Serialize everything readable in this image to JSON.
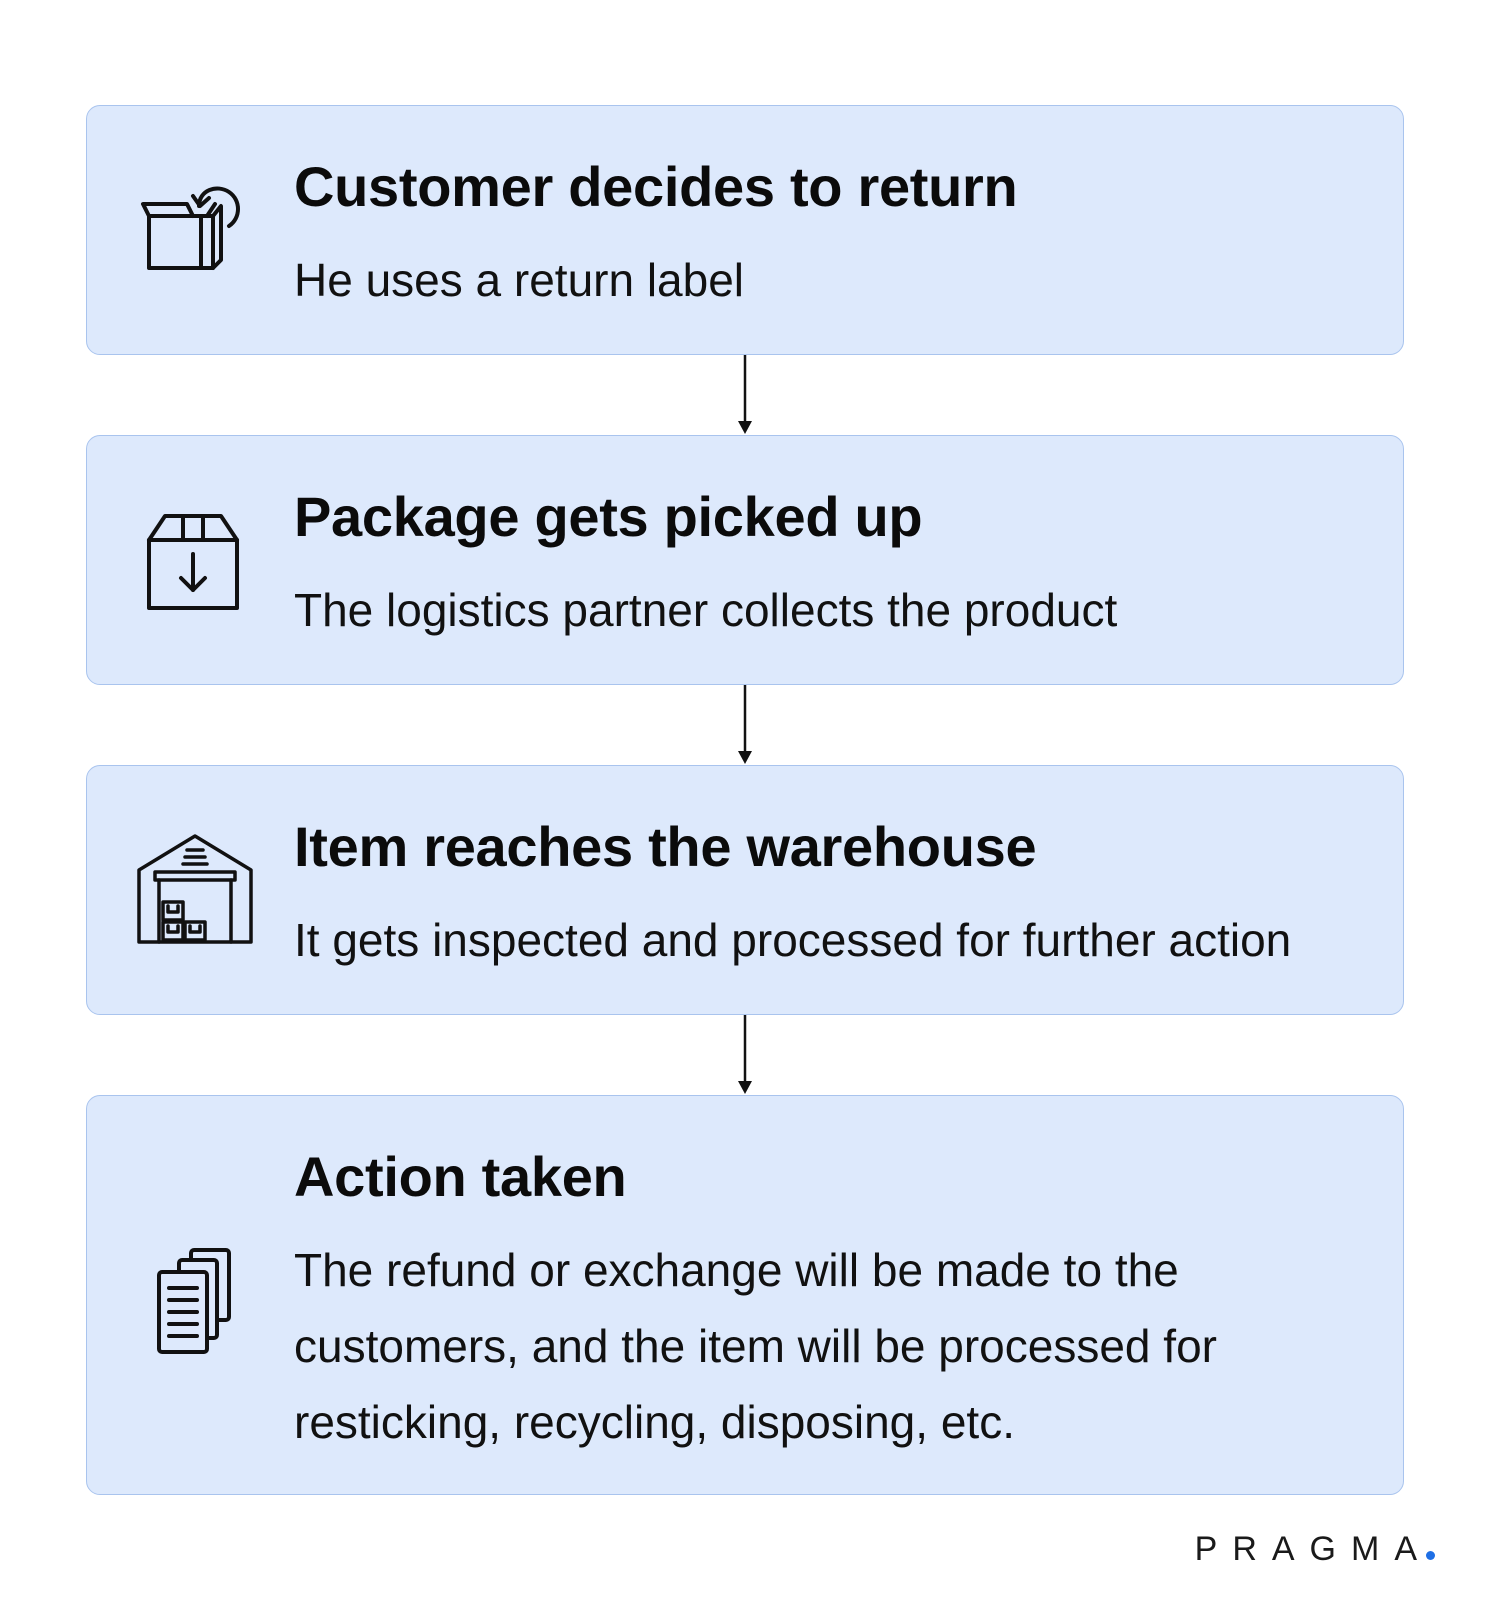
{
  "steps": [
    {
      "title": "Customer decides to return",
      "description": "He uses a return label",
      "icon": "box-return-icon"
    },
    {
      "title": "Package gets picked up",
      "description": "The logistics partner collects the product",
      "icon": "package-download-icon"
    },
    {
      "title": "Item reaches the warehouse",
      "description": "It gets inspected and processed for further action",
      "icon": "warehouse-icon"
    },
    {
      "title": "Action taken",
      "description": "The refund or exchange will be made to the customers, and the item will be processed for resticking, recycling, disposing, etc.",
      "icon": "documents-icon"
    }
  ],
  "brand": {
    "name": "PRAGMA",
    "dot_color": "#1f6fe5"
  },
  "colors": {
    "card_background": "#dde9fc",
    "card_border": "#a9c4ee"
  }
}
